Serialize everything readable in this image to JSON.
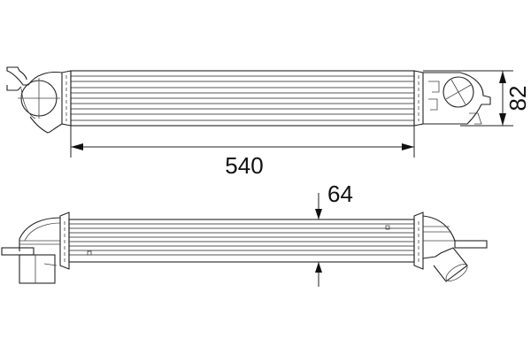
{
  "drawing": {
    "subject": "Charge air cooler (intercooler) technical drawing",
    "views": [
      "top-view",
      "side-view"
    ]
  },
  "dimensions": {
    "length": {
      "value": "540",
      "axis": "horizontal",
      "view": "top-view"
    },
    "height": {
      "value": "82",
      "axis": "vertical",
      "view": "top-view"
    },
    "depth": {
      "value": "64",
      "axis": "vertical",
      "view": "side-view"
    }
  },
  "colors": {
    "line": "#222222",
    "background": "#ffffff"
  }
}
